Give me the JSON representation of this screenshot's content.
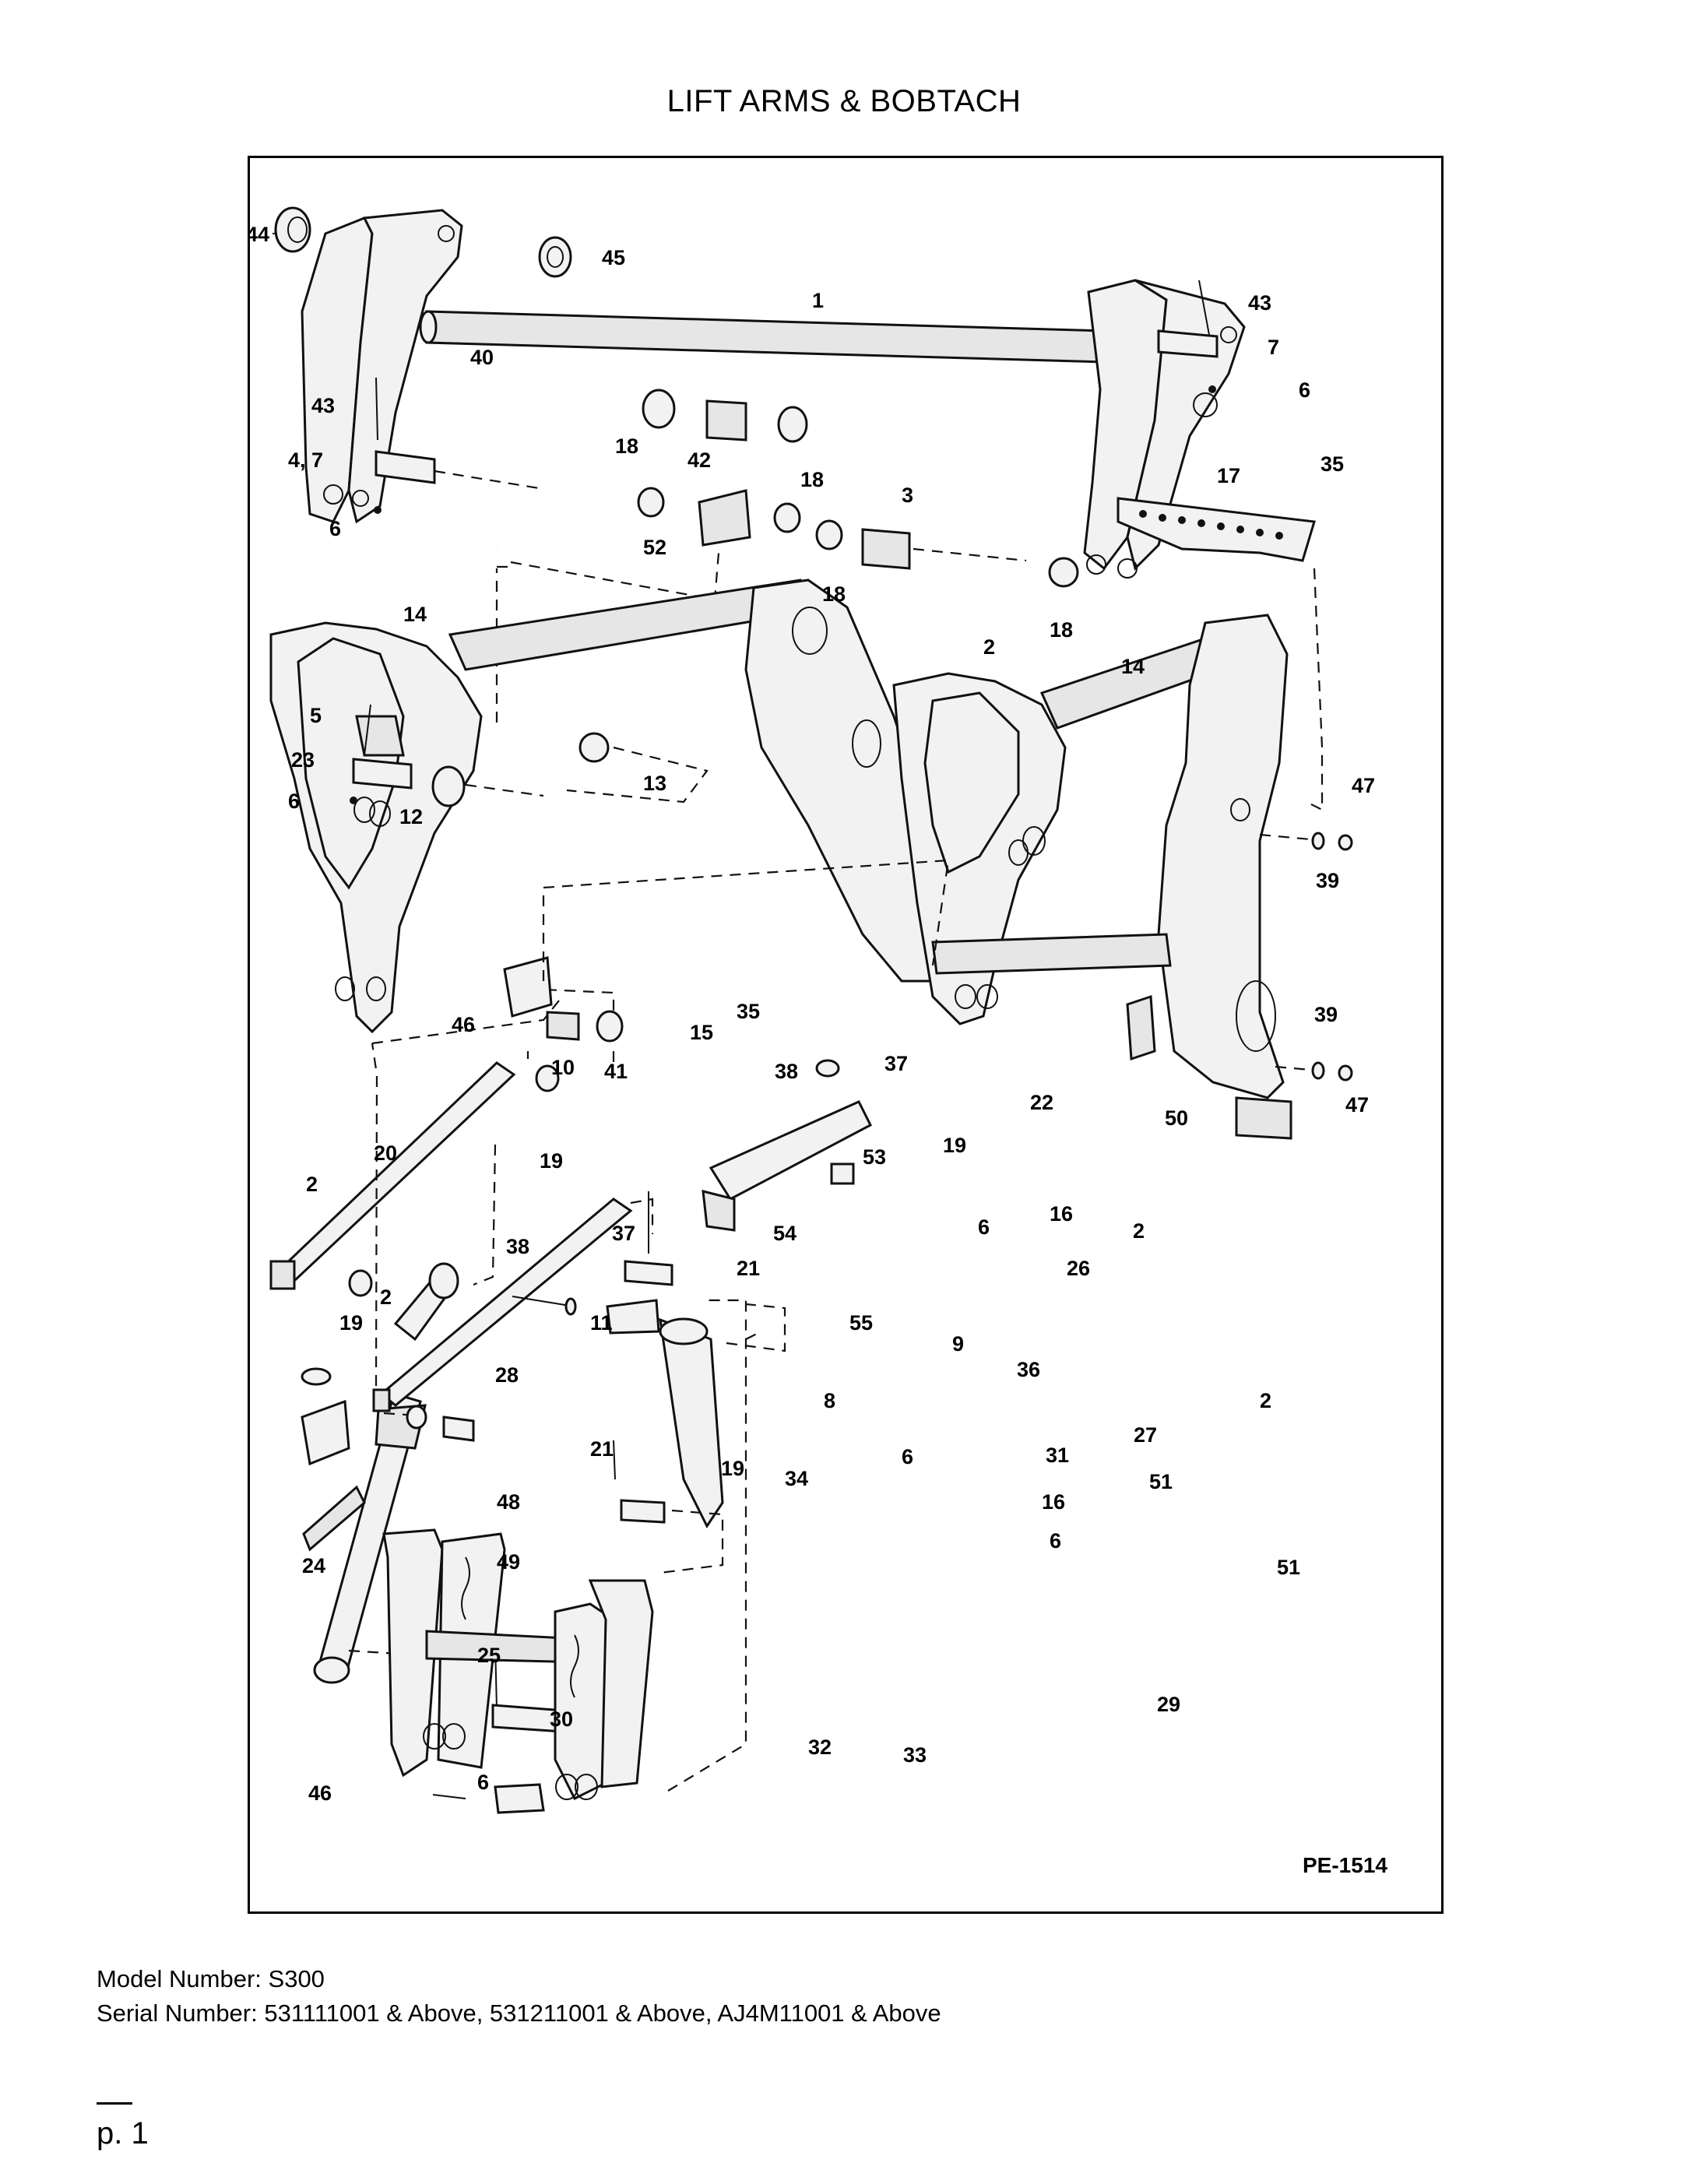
{
  "document": {
    "title": "LIFT ARMS & BOBTACH",
    "drawing_code": "PE-1514",
    "model_line": "Model Number: S300",
    "serial_line": "Serial Number: 531111001 & Above, 531211001 & Above, AJ4M11001 & Above",
    "page": "p. 1"
  },
  "callouts": {
    "c44": "44",
    "c45": "45",
    "c1": "1",
    "c43a": "43",
    "c7a": "7",
    "c6a": "6",
    "c40": "40",
    "c43b": "43",
    "c47": "4, 7",
    "c6b": "6",
    "c18a": "18",
    "c42": "42",
    "c18b": "18",
    "c3": "3",
    "c52": "52",
    "c18c": "18",
    "c18d": "18",
    "c17": "17",
    "c35a": "35",
    "c14a": "14",
    "c2a": "2",
    "c14b": "14",
    "c5": "5",
    "c23": "23",
    "c6c": "6",
    "c12": "12",
    "c13": "13",
    "c47a": "47",
    "c39a": "39",
    "c15": "15",
    "c35b": "35",
    "c10": "10",
    "c41": "41",
    "c46a": "46",
    "c39b": "39",
    "c47b": "47",
    "c50": "50",
    "c38a": "38",
    "c37a": "37",
    "c22": "22",
    "c20": "20",
    "c19a": "19",
    "c53": "53",
    "c19b": "19",
    "c2b": "2",
    "c16a": "16",
    "c6d": "6",
    "c54": "54",
    "c38b": "38",
    "c37b": "37",
    "c21a": "21",
    "c2c": "2",
    "c26": "26",
    "c19c": "19",
    "c2d": "2",
    "c11": "11",
    "c55": "55",
    "c9": "9",
    "c36": "36",
    "c28": "28",
    "c8": "8",
    "c2e": "2",
    "c27": "27",
    "c21b": "21",
    "c6e": "6",
    "c19d": "19",
    "c34": "34",
    "c31": "31",
    "c48": "48",
    "c51a": "51",
    "c16b": "16",
    "c24": "24",
    "c6f": "6",
    "c49": "49",
    "c51b": "51",
    "c25": "25",
    "c29": "29",
    "c30": "30",
    "c32": "32",
    "c33": "33",
    "c46b": "46",
    "c6g": "6"
  }
}
